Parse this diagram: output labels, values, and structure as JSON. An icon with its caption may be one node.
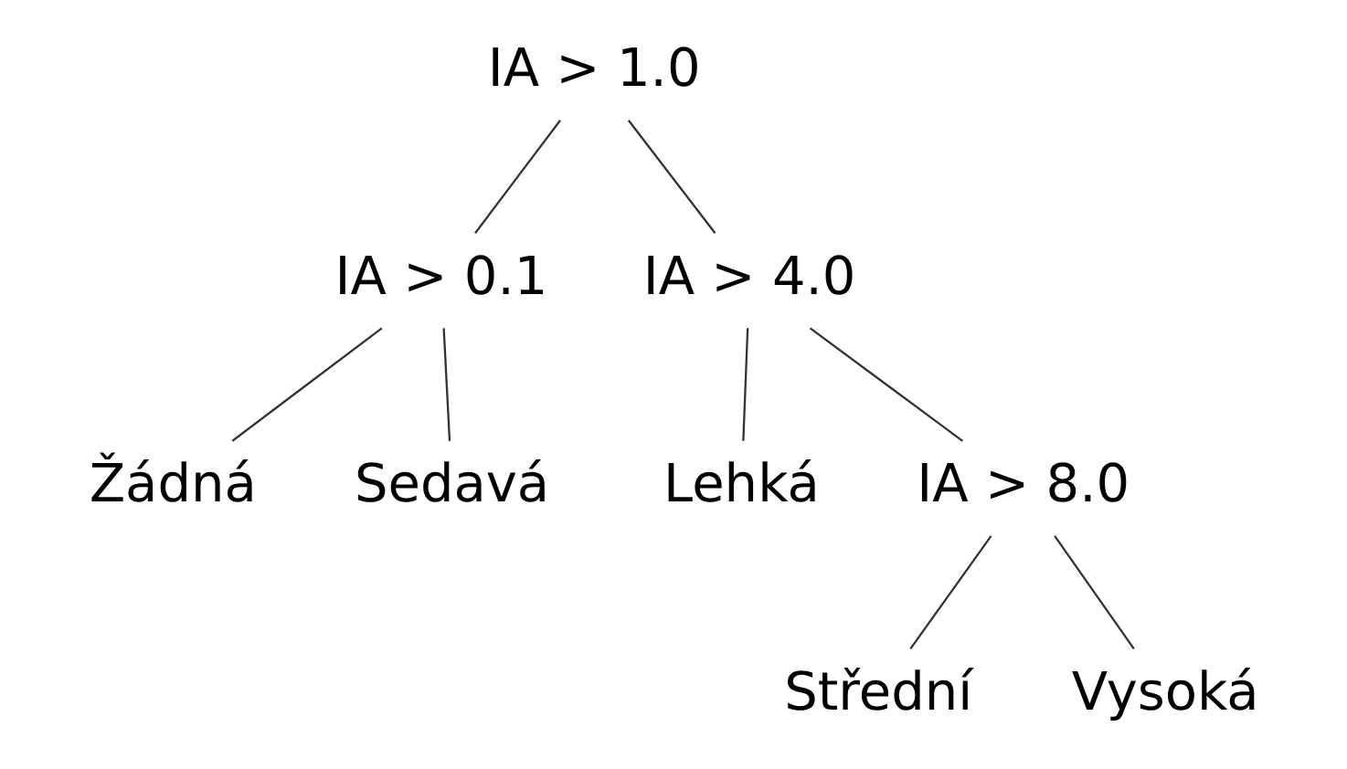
{
  "diagram": {
    "nodes": [
      {
        "text": [
          "IA > 1.0"
        ]
      },
      {
        "text": [
          "IA > 0.1"
        ]
      },
      {
        "text": [
          "IA > 4.0"
        ]
      },
      {
        "text": [
          "Žádná"
        ]
      },
      {
        "text": [
          "Sedavá"
        ]
      },
      {
        "text": [
          "Lehká"
        ]
      },
      {
        "text": [
          "IA > 8.0"
        ]
      },
      {
        "text": [
          "Střední"
        ]
      },
      {
        "text": [
          "Vysoká"
        ]
      }
    ],
    "edges": [
      {
        "from": 0,
        "to": 1,
        "arrow": "none"
      },
      {
        "from": 0,
        "to": 2,
        "arrow": "none"
      },
      {
        "from": 1,
        "to": 3,
        "arrow": "none"
      },
      {
        "from": 1,
        "to": 4,
        "arrow": "none"
      },
      {
        "from": 2,
        "to": 5,
        "arrow": "none"
      },
      {
        "from": 2,
        "to": 6,
        "arrow": "none"
      },
      {
        "from": 6,
        "to": 7,
        "arrow": "none"
      },
      {
        "from": 6,
        "to": 8,
        "arrow": "none"
      }
    ]
  }
}
